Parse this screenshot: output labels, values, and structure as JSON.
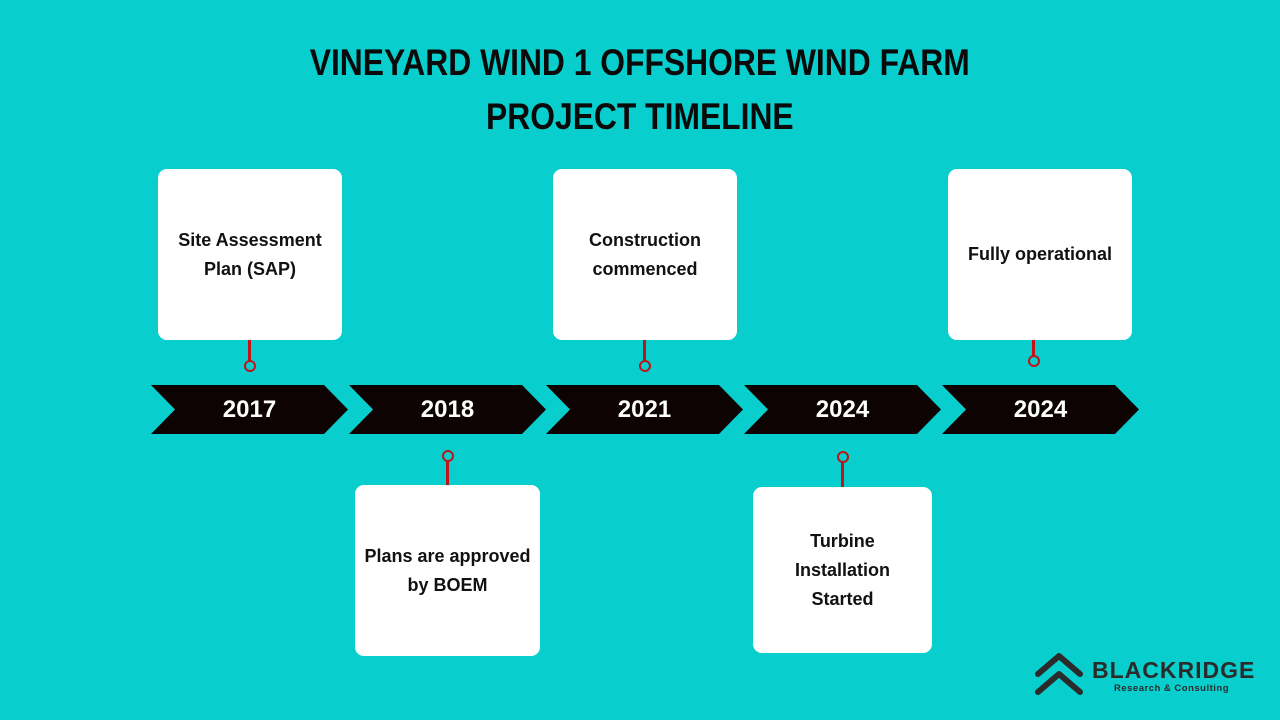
{
  "title": {
    "line1": "VINEYARD WIND 1 OFFSHORE WIND FARM",
    "line2": "PROJECT TIMELINE"
  },
  "colors": {
    "background": "#08cfcd",
    "arrow": "#0d0303",
    "connector": "#c0141a",
    "card": "#ffffff"
  },
  "timeline": [
    {
      "year": "2017",
      "event": "Site Assessment Plan (SAP)",
      "position": "above"
    },
    {
      "year": "2018",
      "event": "Plans are approved by BOEM",
      "position": "below"
    },
    {
      "year": "2021",
      "event": "Construction commenced",
      "position": "above"
    },
    {
      "year": "2024",
      "event": "Turbine Installation Started",
      "position": "below"
    },
    {
      "year": "2024",
      "event": "Fully operational",
      "position": "above"
    }
  ],
  "logo": {
    "brand": "BLACKRIDGE",
    "tagline": "Research & Consulting",
    "icon": "double-chevron-up-icon"
  }
}
